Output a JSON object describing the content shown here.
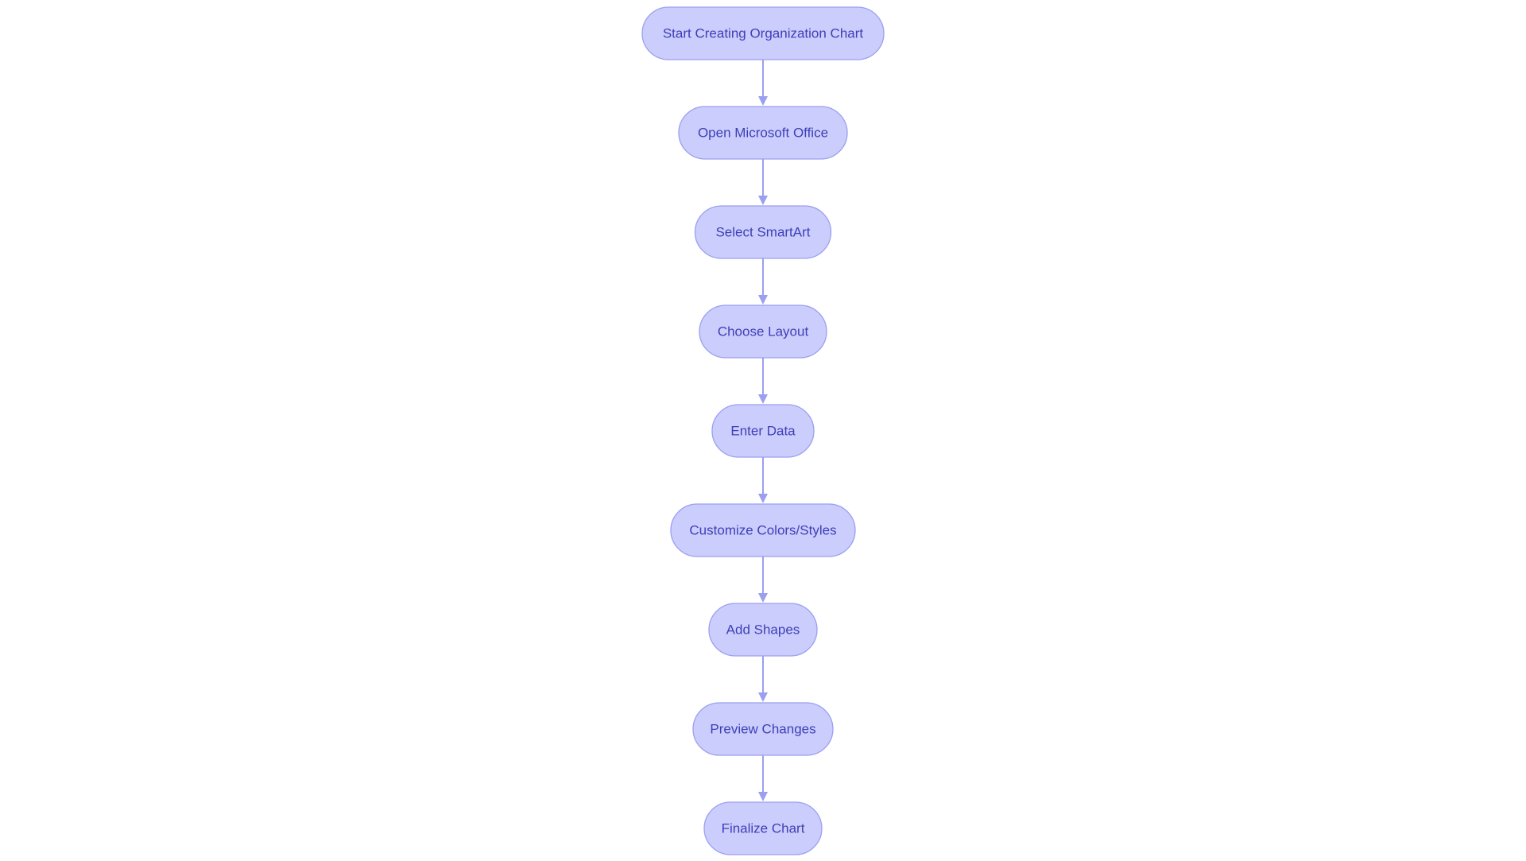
{
  "diagram": {
    "type": "flowchart",
    "direction": "top-to-bottom",
    "colors": {
      "node_fill": "#cbcdfc",
      "node_border": "#9b9ff0",
      "text": "#3d3fb8",
      "edge": "#9b9ff0"
    },
    "nodes": [
      {
        "id": "start",
        "label": "Start Creating Organization Chart"
      },
      {
        "id": "open",
        "label": "Open Microsoft Office"
      },
      {
        "id": "select",
        "label": "Select SmartArt"
      },
      {
        "id": "layout",
        "label": "Choose Layout"
      },
      {
        "id": "enter",
        "label": "Enter Data"
      },
      {
        "id": "customize",
        "label": "Customize Colors/Styles"
      },
      {
        "id": "shapes",
        "label": "Add Shapes"
      },
      {
        "id": "preview",
        "label": "Preview Changes"
      },
      {
        "id": "finalize",
        "label": "Finalize Chart"
      }
    ],
    "edges": [
      {
        "from": "start",
        "to": "open"
      },
      {
        "from": "open",
        "to": "select"
      },
      {
        "from": "select",
        "to": "layout"
      },
      {
        "from": "layout",
        "to": "enter"
      },
      {
        "from": "enter",
        "to": "customize"
      },
      {
        "from": "customize",
        "to": "shapes"
      },
      {
        "from": "shapes",
        "to": "preview"
      },
      {
        "from": "preview",
        "to": "finalize"
      }
    ]
  }
}
